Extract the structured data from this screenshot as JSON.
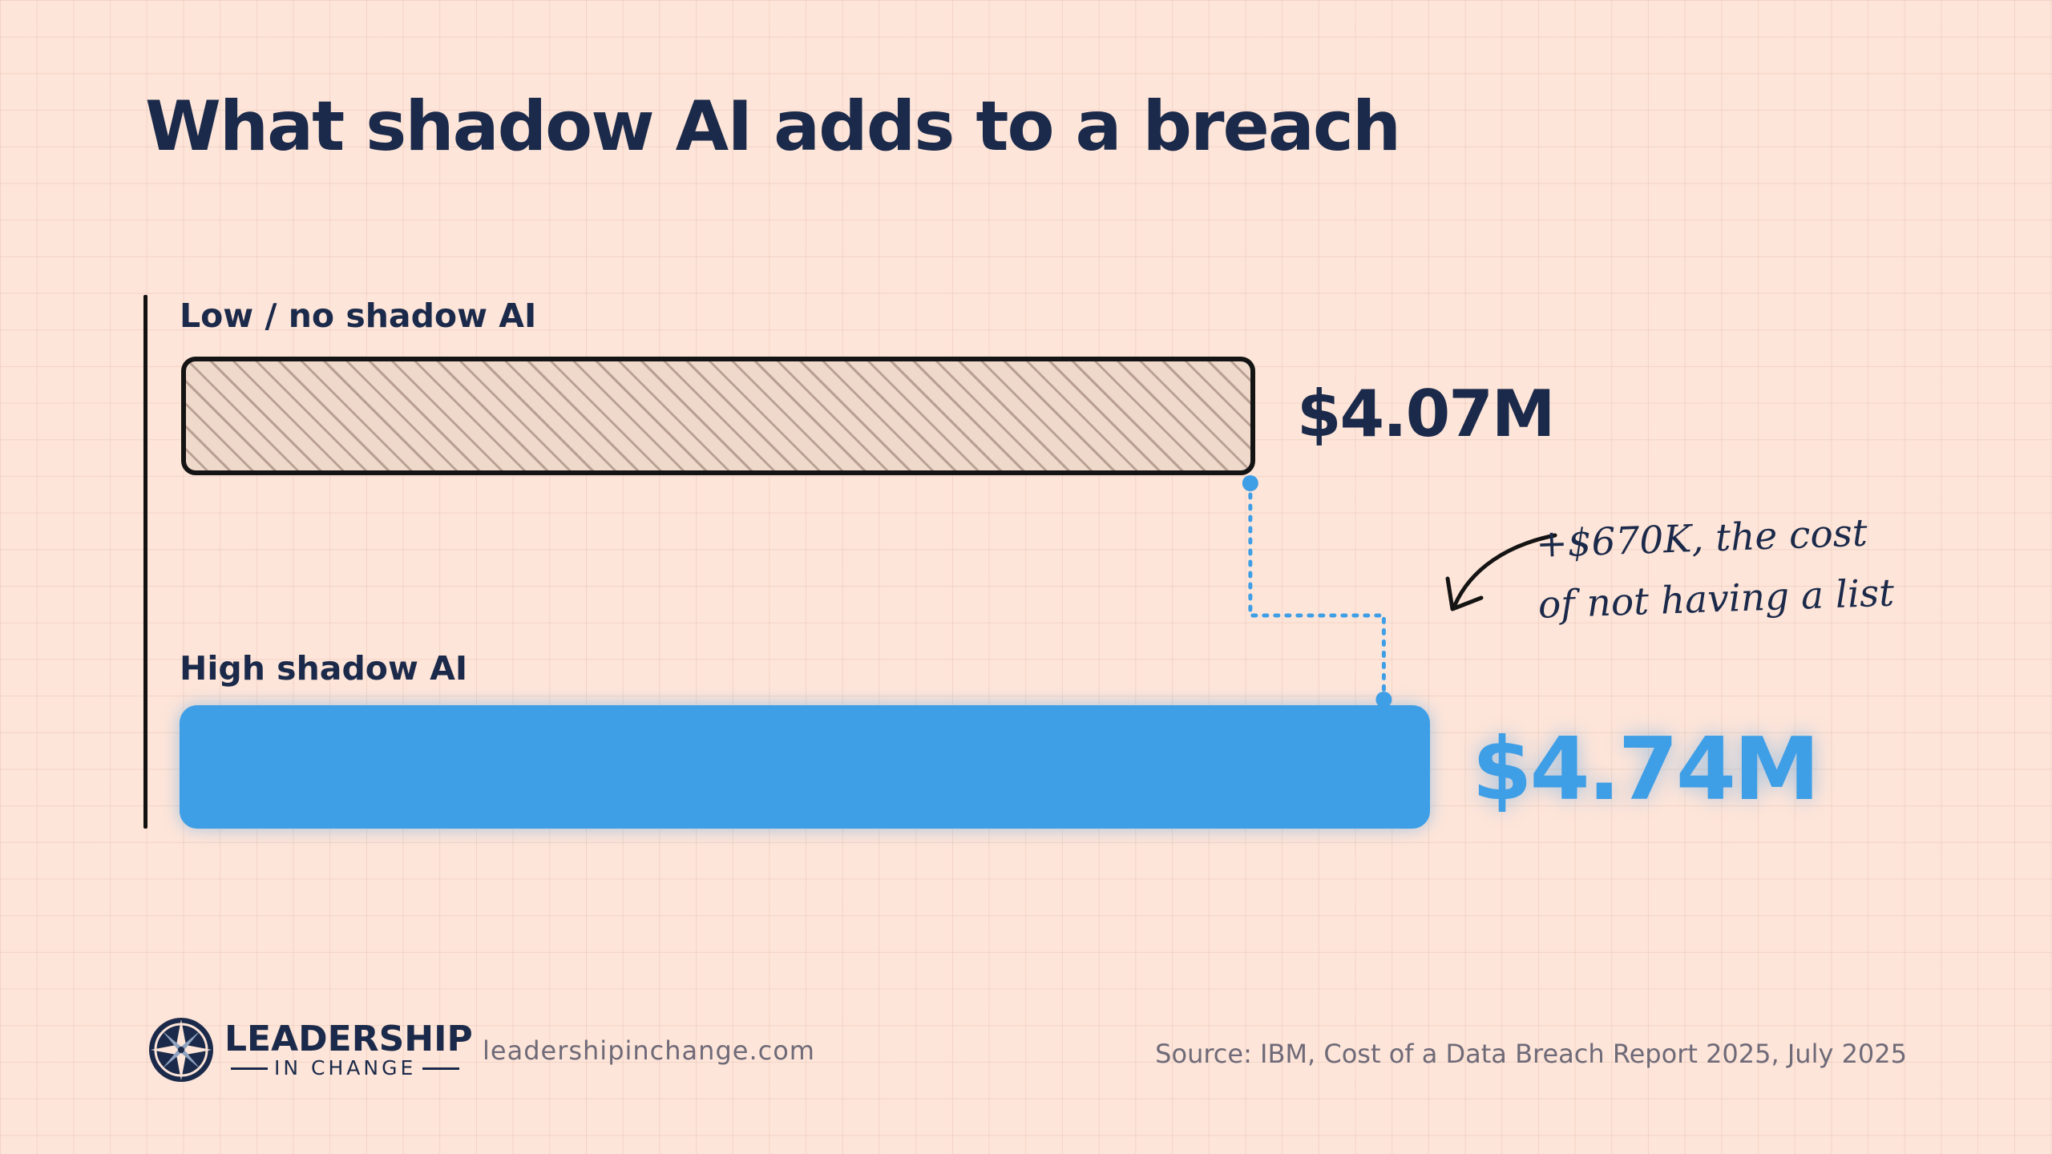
{
  "title": "What shadow AI adds to a breach",
  "chart_data": {
    "type": "bar",
    "orientation": "horizontal",
    "categories": [
      "Low / no shadow AI",
      "High shadow AI"
    ],
    "values": [
      4.07,
      4.74
    ],
    "value_labels": [
      "$4.07M",
      "$4.74M"
    ],
    "unit": "$M",
    "title": "What shadow AI adds to a breach",
    "annotation": "+$670K, the cost of not having a list",
    "grid": true
  },
  "annotation": {
    "line1": "+$670K, the cost",
    "line2": "of not having a list"
  },
  "footer": {
    "logo_top": "LEADERSHIP",
    "logo_bottom": "IN CHANGE",
    "url": "leadershipinchange.com",
    "source": "Source: IBM, Cost of a Data Breach Report 2025, July 2025"
  },
  "colors": {
    "background": "#fee5d9",
    "navy": "#1b2a4a",
    "accent_blue": "#3e9ee6",
    "muted_text": "#6e6a78"
  }
}
